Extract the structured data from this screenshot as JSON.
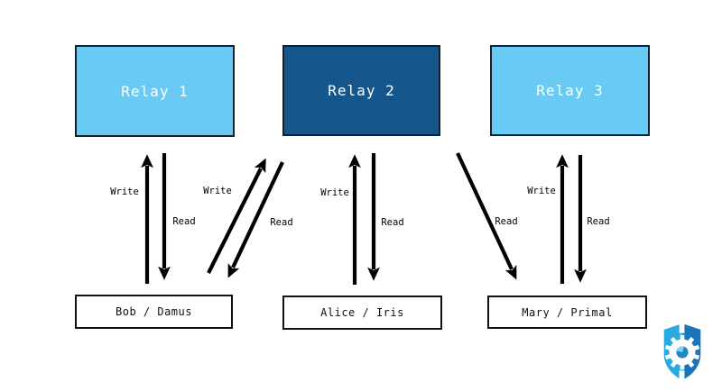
{
  "relays": [
    {
      "label": "Relay 1",
      "fill": "#69cbf3"
    },
    {
      "label": "Relay 2",
      "fill": "#15568d"
    },
    {
      "label": "Relay 3",
      "fill": "#69cbf3"
    }
  ],
  "clients": [
    {
      "label": "Bob / Damus"
    },
    {
      "label": "Alice / Iris"
    },
    {
      "label": "Mary / Primal"
    }
  ],
  "edges": {
    "bob_relay1": {
      "write": "Write",
      "read": "Read"
    },
    "bob_relay2": {
      "write": "Write",
      "read": "Read"
    },
    "alice_relay2": {
      "write": "Write",
      "read": "Read"
    },
    "mary_relay2": {
      "read": "Read"
    },
    "mary_relay3": {
      "write": "Write",
      "read": "Read"
    }
  },
  "colors": {
    "relay_light": "#69cbf3",
    "relay_dark": "#15568d",
    "arrow": "#000000",
    "logo_light_blue": "#29abe2",
    "logo_dark_blue": "#1b75bc"
  },
  "icons": {
    "logo": "shield-gear-logo"
  }
}
